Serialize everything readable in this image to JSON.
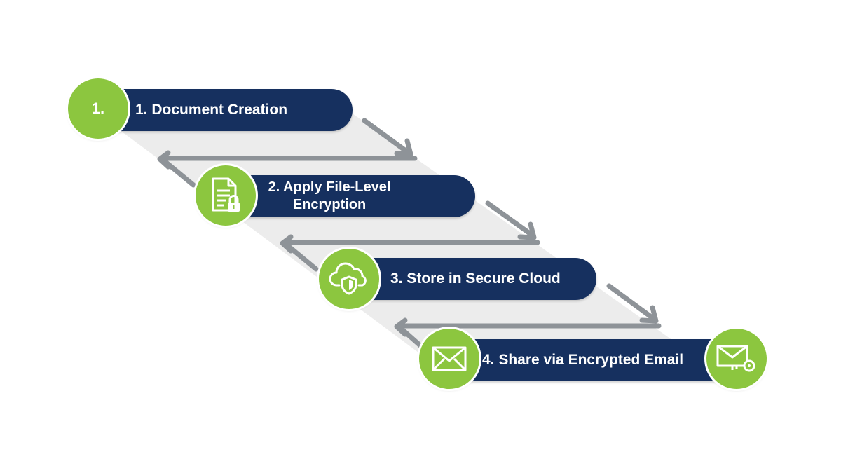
{
  "diagram": {
    "colors": {
      "pill": "#16305f",
      "circle": "#8cc63f",
      "arrow": "#8e9398",
      "band": "#ececec"
    },
    "steps": [
      {
        "circle_label": "1.",
        "label": "1. Document Creation",
        "icon": null
      },
      {
        "circle_label": "",
        "label": "2. Apply File-Level Encryption",
        "icon": "locked-document-icon"
      },
      {
        "circle_label": "",
        "label": "3. Store in Secure Cloud",
        "icon": "cloud-shield-icon"
      },
      {
        "circle_label": "",
        "label": "4. Share via Encrypted Email",
        "icon": "envelope-icon",
        "trailing_icon": "envelope-key-icon"
      }
    ]
  }
}
